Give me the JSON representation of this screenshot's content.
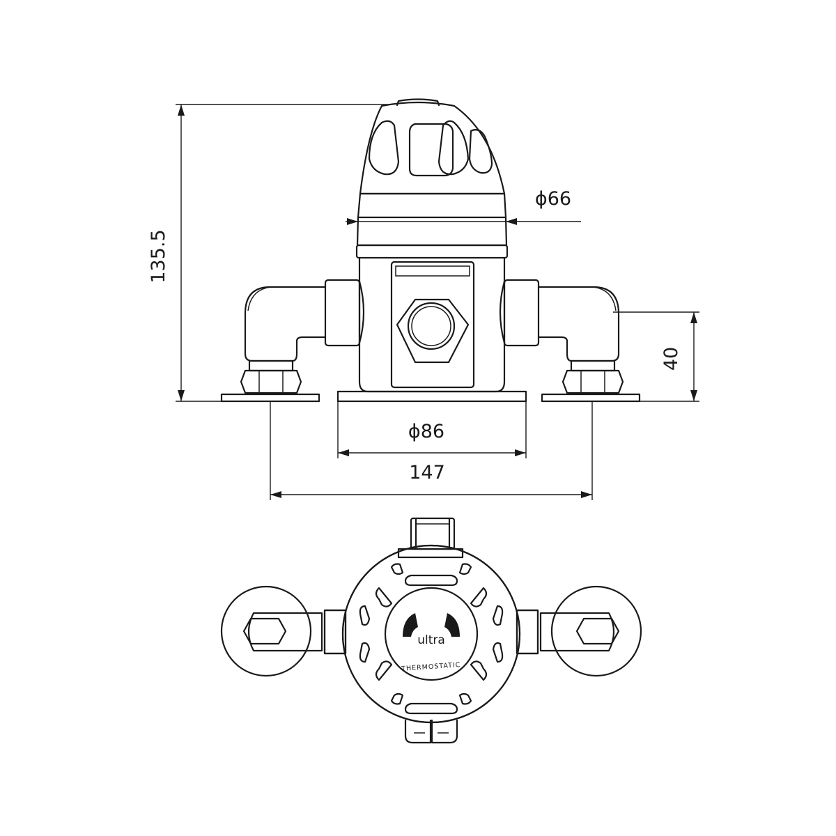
{
  "dimensions": {
    "height": "135.5",
    "head_diameter": "ϕ66",
    "base_diameter": "ϕ86",
    "inlet_centres": "147",
    "inlet_height": "40"
  },
  "logo": {
    "brand": "ultra",
    "subtitle": "THERMOSTATIC"
  },
  "colors": {
    "line": "#1a1a1a",
    "background": "#ffffff"
  }
}
